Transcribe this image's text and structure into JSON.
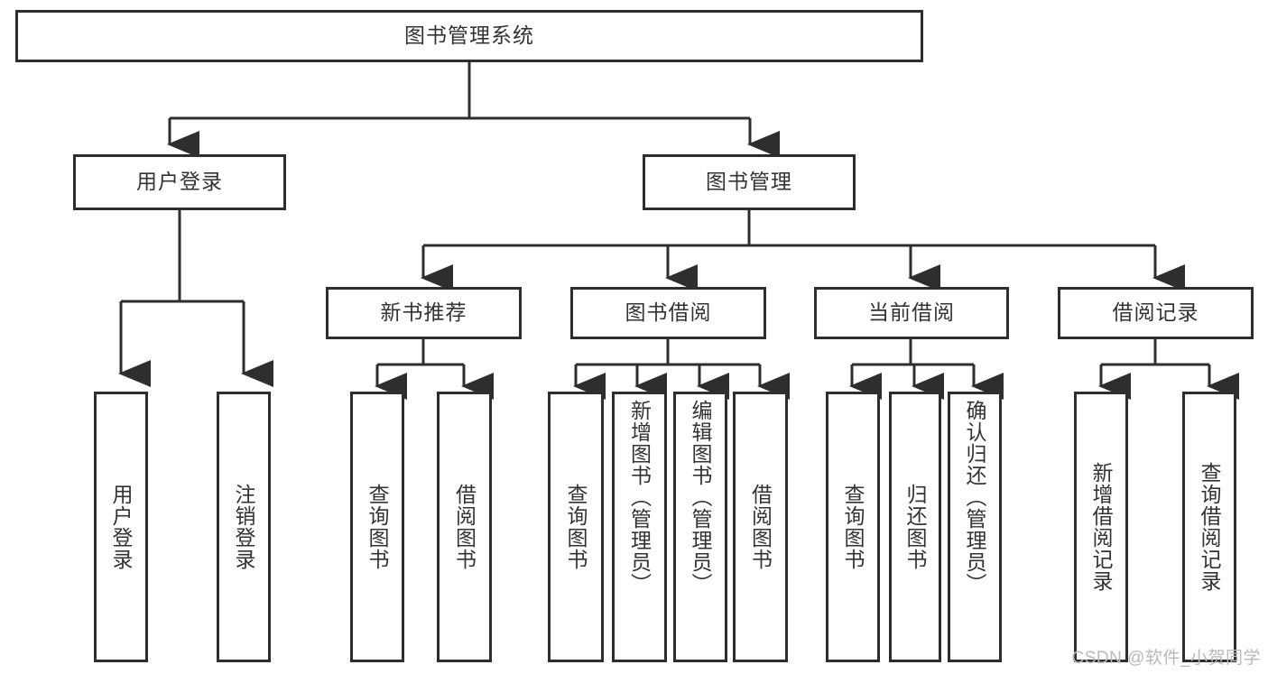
{
  "diagram": {
    "type": "tree-hierarchy",
    "orientation": "top-down",
    "root": {
      "label": "图书管理系统"
    },
    "level2": [
      {
        "label": "用户登录"
      },
      {
        "label": "图书管理"
      }
    ],
    "level3": [
      {
        "label": "新书推荐"
      },
      {
        "label": "图书借阅"
      },
      {
        "label": "当前借阅"
      },
      {
        "label": "借阅记录"
      }
    ],
    "leaves": {
      "user_login": [
        {
          "label": "用户登录"
        },
        {
          "label": "注销登录"
        }
      ],
      "new_book_recommend": [
        {
          "label": "查询图书"
        },
        {
          "label": "借阅图书"
        }
      ],
      "book_borrow": [
        {
          "label": "查询图书"
        },
        {
          "label": "新增图书（管理员）"
        },
        {
          "label": "编辑图书（管理员）"
        },
        {
          "label": "借阅图书"
        }
      ],
      "current_borrow": [
        {
          "label": "查询图书"
        },
        {
          "label": "归还图书"
        },
        {
          "label": "确认归还（管理员）"
        }
      ],
      "borrow_record": [
        {
          "label": "新增借阅记录"
        },
        {
          "label": "查询借阅记录"
        }
      ]
    }
  },
  "watermark": {
    "text": "CSDN @软件_小贺同学"
  },
  "colors": {
    "stroke": "#2e2e2e",
    "text": "#333333",
    "background": "#ffffff",
    "watermark": "#b9b9b9"
  }
}
